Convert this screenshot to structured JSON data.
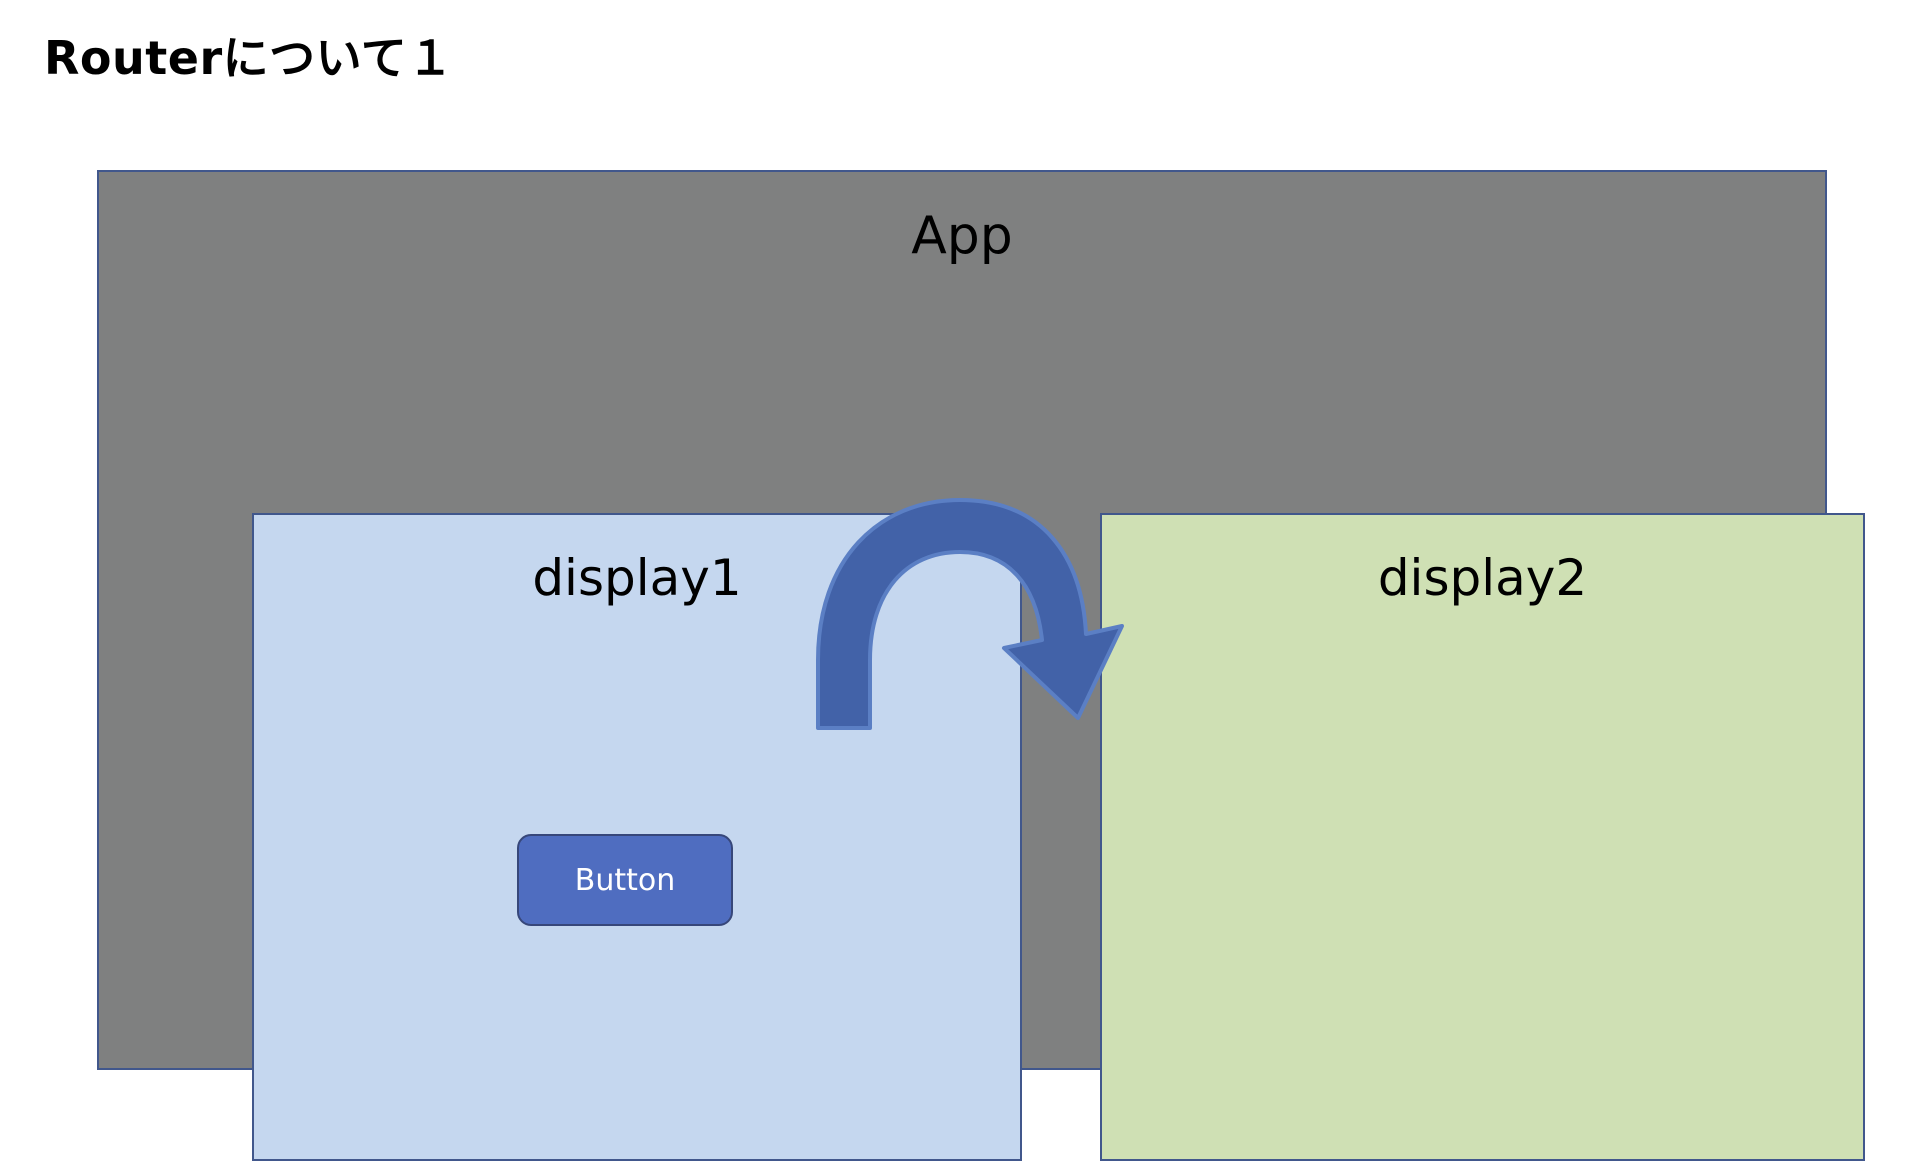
{
  "slide": {
    "title": "Routerについて１"
  },
  "app_container": {
    "label": "App",
    "fill_color": "#7f8080",
    "border_color": "#41578c"
  },
  "panels": [
    {
      "label": "display1",
      "fill_color": "#c5d7ef",
      "border_color": "#41578c"
    },
    {
      "label": "display2",
      "fill_color": "#cfe0b4",
      "border_color": "#41578c"
    }
  ],
  "button": {
    "label": "Button",
    "fill_color": "#4f6dc0",
    "border_color": "#37477a",
    "text_color": "#ffffff"
  },
  "arrow": {
    "name": "curved-arrow-display1-to-display2",
    "fill_color": "#4262a8",
    "stroke_color": "#5b7fc4",
    "direction": "display1-to-display2"
  }
}
